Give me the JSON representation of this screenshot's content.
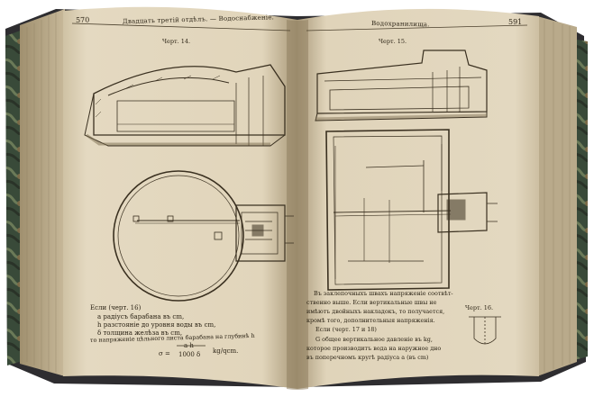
{
  "left_page": {
    "page_number": "570",
    "running_head": "Двадцать третій отдѣлъ. — Водоснабженіе.",
    "figure_caption": "Черт. 14.",
    "text_lines": [
      "Если (черт. 16)",
      "a радіусъ барабана въ cm,",
      "h разстояніе до уровня воды въ cm,",
      "δ толщина желѣза въ cm,",
      "то напряженіе цѣльного листа барабана на глубинѣ h"
    ],
    "formula_numerator": "a h",
    "formula_prefix": "σ =",
    "formula_denominator": "1000 δ",
    "formula_units": "kg/qcm."
  },
  "right_page": {
    "page_number": "591",
    "running_head": "Водохранилища.",
    "figure_caption": "Черт. 15.",
    "side_figure_caption": "Черт. 16.",
    "text_lines": [
      "Въ заклепочныхъ швахъ напряженіе соотвѣт-",
      "ственно выше. Если вертикальные швы не",
      "имѣютъ двойныхъ накладокъ, то получается,",
      "кромѣ того, дополнительныя напряженія.",
      "Если (черт. 17 и 18)",
      "G общее вертикальное давленіе въ kg,",
      "которое производитъ вода на наружное дно",
      "въ поперечномъ кругѣ радіуса a (въ cm)"
    ]
  },
  "colors": {
    "paper": "#e2d6bd",
    "paper_shadow": "#b9a98a",
    "ink": "#3a3020",
    "cover": "#3b3a3c"
  }
}
